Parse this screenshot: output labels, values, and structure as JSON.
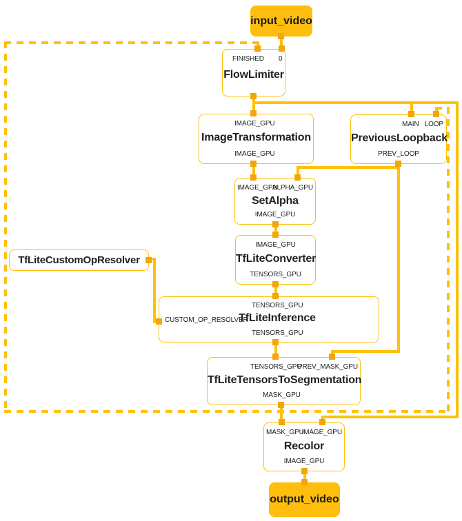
{
  "terminals": {
    "input_video": "input_video",
    "output_video": "output_video"
  },
  "nodes": {
    "flow_limiter": {
      "title": "FlowLimiter",
      "in_finished": "FINISHED",
      "in_0": "0"
    },
    "image_transformation": {
      "title": "ImageTransformation",
      "in_image": "IMAGE_GPU",
      "out_image": "IMAGE_GPU"
    },
    "previous_loopback": {
      "title": "PreviousLoopback",
      "in_main": "MAIN",
      "in_loop": "LOOP",
      "out_prev_loop": "PREV_LOOP"
    },
    "set_alpha": {
      "title": "SetAlpha",
      "in_image": "IMAGE_GPU",
      "in_alpha": "ALPHA_GPU",
      "out_image": "IMAGE_GPU"
    },
    "tflite_converter": {
      "title": "TfLiteConverter",
      "in_image": "IMAGE_GPU",
      "out_tensors": "TENSORS_GPU"
    },
    "tflite_custom_op_resolver": {
      "title": "TfLiteCustomOpResolver"
    },
    "tflite_inference": {
      "title": "TfLiteInference",
      "in_tensors": "TENSORS_GPU",
      "in_resolver": "CUSTOM_OP_RESOLVER",
      "out_tensors": "TENSORS_GPU"
    },
    "tflite_tensors_to_segmentation": {
      "title": "TfLiteTensorsToSegmentation",
      "in_tensors": "TENSORS_GPU",
      "in_prev_mask": "PREV_MASK_GPU",
      "out_mask": "MASK_GPU"
    },
    "recolor": {
      "title": "Recolor",
      "in_mask": "MASK_GPU",
      "in_image": "IMAGE_GPU",
      "out_image": "IMAGE_GPU"
    }
  },
  "colors": {
    "edge": "#FFC107",
    "port": "#F2A60A",
    "terminal_fill": "#FFBE0D",
    "text": "#212121"
  }
}
